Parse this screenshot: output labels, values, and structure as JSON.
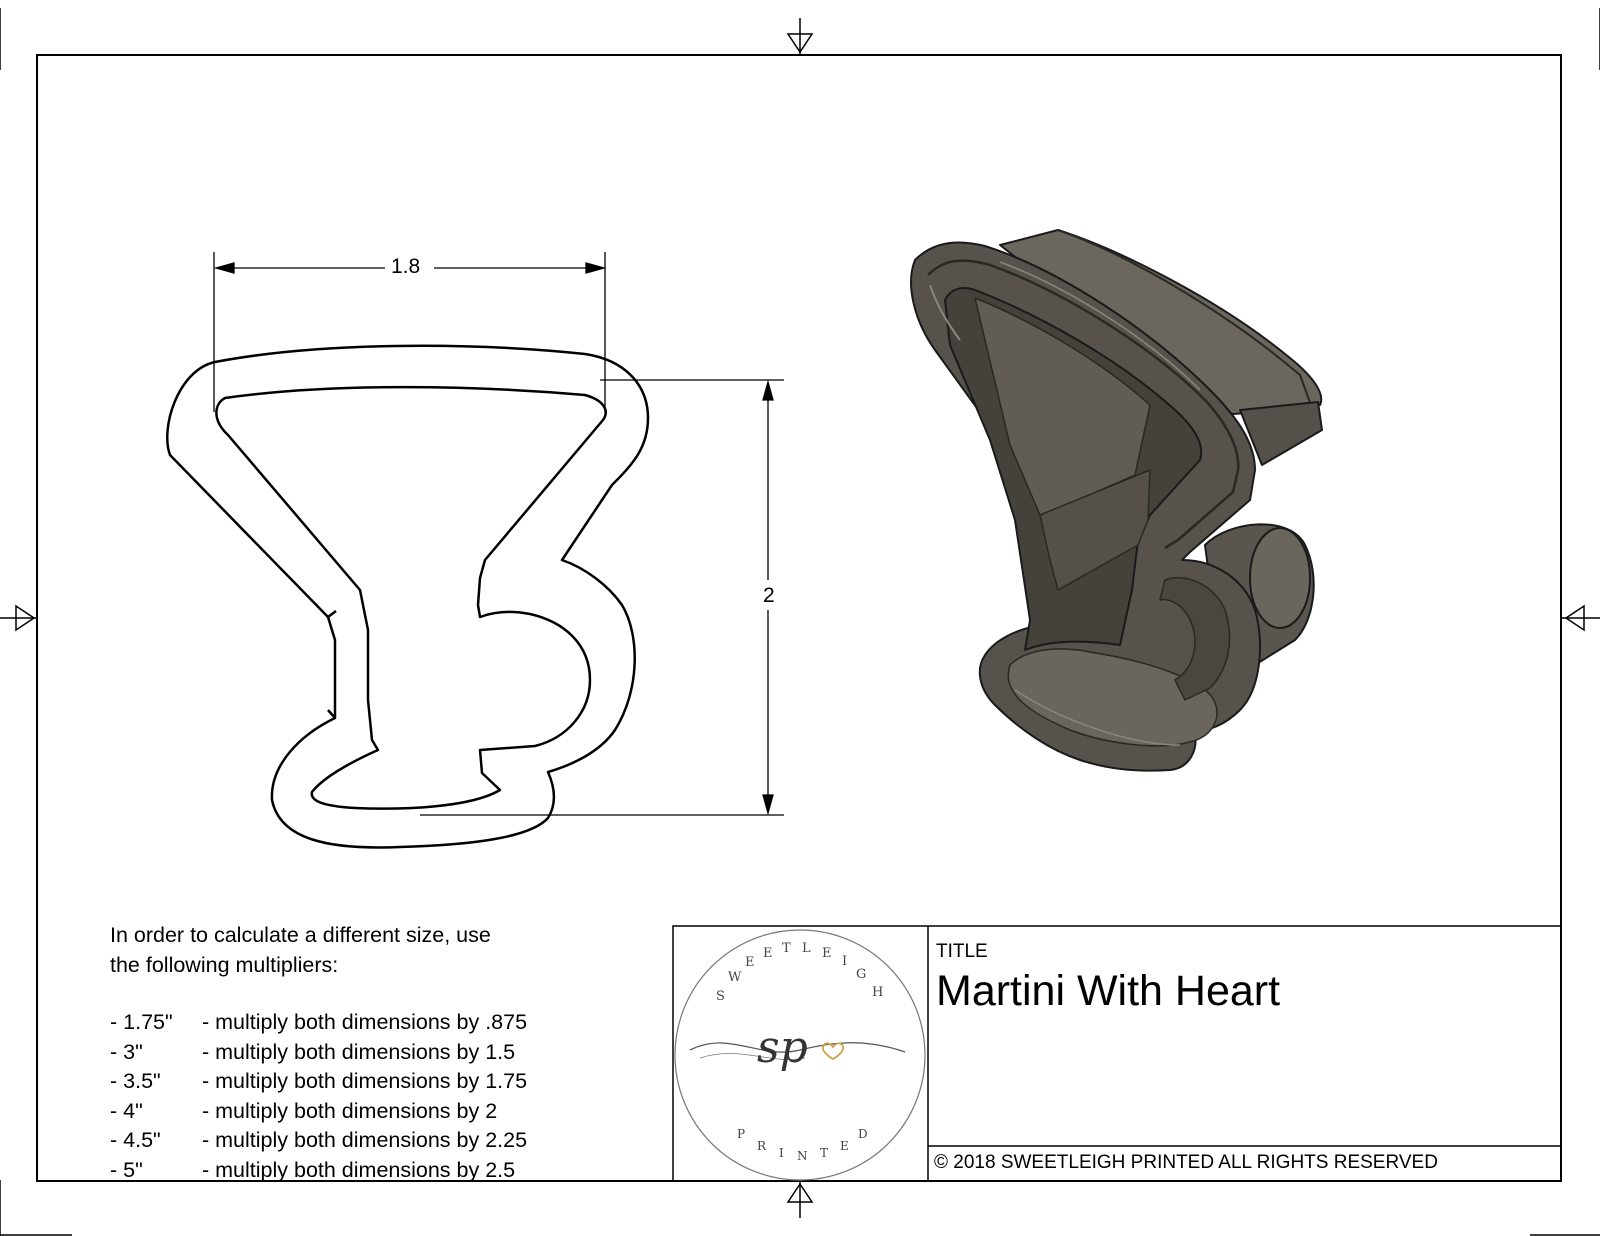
{
  "drawing": {
    "dimensions": {
      "width_label": "1.8",
      "height_label": "2"
    },
    "notes": {
      "intro_line1": "In order to calculate a different size, use",
      "intro_line2": "the following multipliers:",
      "multipliers": [
        {
          "size": "- 1.75\"",
          "text": "- multiply both dimensions by .875"
        },
        {
          "size": "- 3\"",
          "text": "- multiply both dimensions by 1.5"
        },
        {
          "size": "- 3.5\"",
          "text": "- multiply both dimensions by 1.75"
        },
        {
          "size": "- 4\"",
          "text": "- multiply both dimensions by 2"
        },
        {
          "size": "- 4.5\"",
          "text": "- multiply both dimensions by 2.25"
        },
        {
          "size": "- 5\"",
          "text": "- multiply both dimensions by 2.5"
        }
      ]
    },
    "title_block": {
      "title_label": "TITLE",
      "title": "Martini With Heart",
      "copyright": "© 2018  SWEETLEIGH PRINTED  ALL RIGHTS RESERVED"
    },
    "logo": {
      "arc_top": "SWEETLEIGH",
      "arc_bottom": "PRINTED",
      "monogram": "sp",
      "heart_color": "#c9a24a"
    },
    "colors": {
      "line": "#000000",
      "model_body": "#5e5a53",
      "model_dark": "#3d3a35",
      "model_light": "#7a766e"
    }
  }
}
